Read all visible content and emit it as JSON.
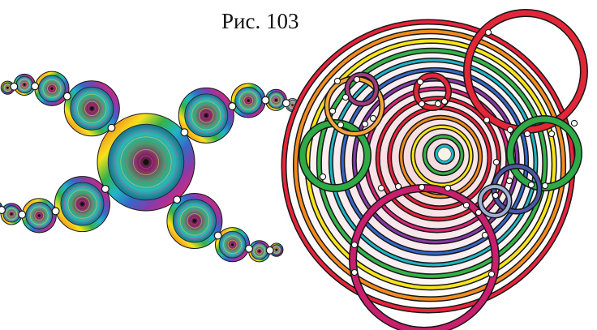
{
  "figure": {
    "caption": "Рис. 103"
  },
  "palette": {
    "rainbow": [
      "#e8243c",
      "#f38b1f",
      "#f6e31d",
      "#36b24a",
      "#1fb6c6",
      "#3568c8",
      "#8a3aa8",
      "#d8287a",
      "#e8243c"
    ],
    "outline": "#161616",
    "node_fill": "#ffffff",
    "accent_red": "#e32738",
    "accent_green": "#2eaa47",
    "accent_magenta": "#c91f6d",
    "accent_indigo": "#4c58a6",
    "glow": "#f3d2d8"
  },
  "left_figure": {
    "kind": "fractal-circle-tree",
    "arms": 4,
    "circles_per_arm": 4
  },
  "right_figure": {
    "kind": "ring-pencil",
    "concentric_rings": 14
  }
}
